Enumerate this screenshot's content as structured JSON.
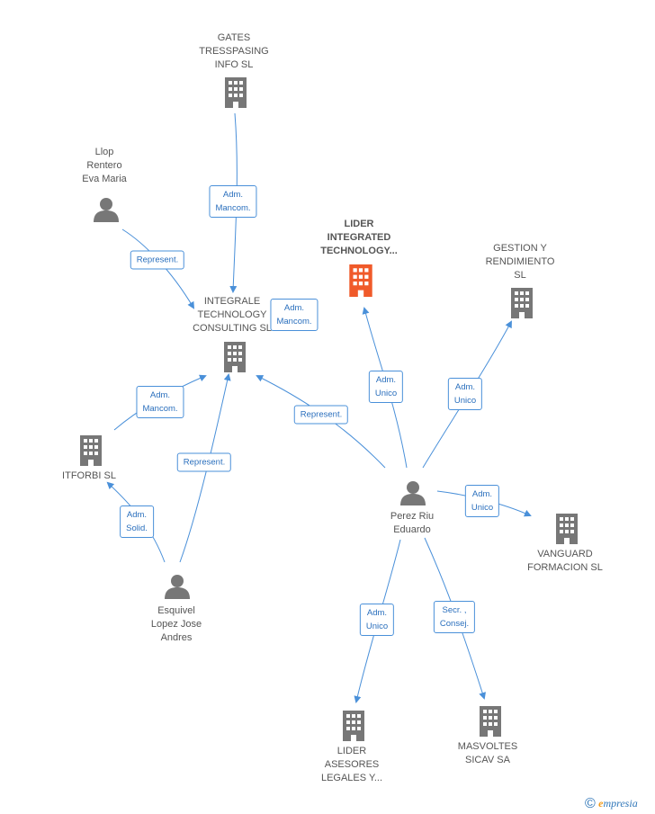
{
  "colors": {
    "edge": "#4a90d9",
    "company": "#777777",
    "company_main": "#f05a2a",
    "person": "#777777"
  },
  "nodes": {
    "gates": {
      "label": "GATES\nTRESSPASING\nINFO SL",
      "kind": "company"
    },
    "llop": {
      "label": "Llop\nRentero\nEva Maria",
      "kind": "person"
    },
    "integrale": {
      "label": "INTEGRALE\nTECHNOLOGY\nCONSULTING SL",
      "kind": "company"
    },
    "lider_integrated": {
      "label": "LIDER\nINTEGRATED\nTECHNOLOGY...",
      "kind": "company_main"
    },
    "gestion": {
      "label": "GESTION Y\nRENDIMIENTO\nSL",
      "kind": "company"
    },
    "itforbi": {
      "label": "ITFORBI SL",
      "kind": "company"
    },
    "perez": {
      "label": "Perez Riu\nEduardo",
      "kind": "person"
    },
    "vanguard": {
      "label": "VANGUARD\nFORMACION SL",
      "kind": "company"
    },
    "esquivel": {
      "label": "Esquivel\nLopez Jose\nAndres",
      "kind": "person"
    },
    "lider_asesores": {
      "label": "LIDER\nASESORES\nLEGALES Y...",
      "kind": "company"
    },
    "masvoltes": {
      "label": "MASVOLTES\nSICAV SA",
      "kind": "company"
    }
  },
  "relations": {
    "gates_integrale": "Adm.\nMancom.",
    "llop_integrale": "Represent.",
    "integrale_self": "Adm.\nMancom.",
    "itforbi_integrale": "Adm.\nMancom.",
    "esquivel_integrale": "Represent.",
    "perez_integrale": "Represent.",
    "perez_lider_integrated": "Adm.\nUnico",
    "perez_gestion": "Adm.\nUnico",
    "perez_vanguard": "Adm.\nUnico",
    "esquivel_itforbi": "Adm.\nSolid.",
    "perez_lider_asesores": "Adm.\nUnico",
    "perez_masvoltes": "Secr. ,\nConsej."
  },
  "footer": {
    "copyright": "©",
    "brand_first": "e",
    "brand_rest": "mpresia"
  }
}
